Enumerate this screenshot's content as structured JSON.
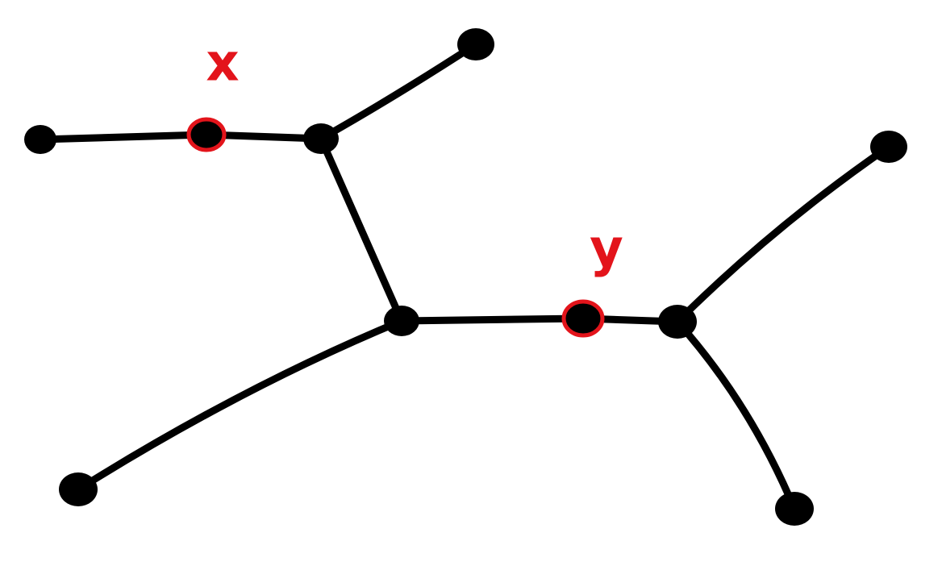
{
  "diagram": {
    "type": "tree",
    "colors": {
      "background": "#ffffff",
      "edge": "#000000",
      "vertex": "#000000",
      "marked_vertex": "#e3141b",
      "label": "#e3141b"
    },
    "vertices": [
      {
        "id": "leaf-left",
        "role": "leaf"
      },
      {
        "id": "x",
        "role": "marked",
        "label": "x"
      },
      {
        "id": "junction-top",
        "role": "internal"
      },
      {
        "id": "leaf-top",
        "role": "leaf"
      },
      {
        "id": "junction-middle",
        "role": "internal"
      },
      {
        "id": "leaf-bottom-left",
        "role": "leaf"
      },
      {
        "id": "y",
        "role": "marked",
        "label": "y"
      },
      {
        "id": "junction-right",
        "role": "internal"
      },
      {
        "id": "leaf-upper-right",
        "role": "leaf"
      },
      {
        "id": "leaf-lower-right",
        "role": "leaf"
      }
    ],
    "edges": [
      {
        "from": "leaf-left",
        "to": "x"
      },
      {
        "from": "x",
        "to": "junction-top"
      },
      {
        "from": "junction-top",
        "to": "leaf-top"
      },
      {
        "from": "junction-top",
        "to": "junction-middle"
      },
      {
        "from": "junction-middle",
        "to": "leaf-bottom-left"
      },
      {
        "from": "junction-middle",
        "to": "y"
      },
      {
        "from": "y",
        "to": "junction-right"
      },
      {
        "from": "junction-right",
        "to": "leaf-upper-right"
      },
      {
        "from": "junction-right",
        "to": "leaf-lower-right"
      }
    ]
  }
}
